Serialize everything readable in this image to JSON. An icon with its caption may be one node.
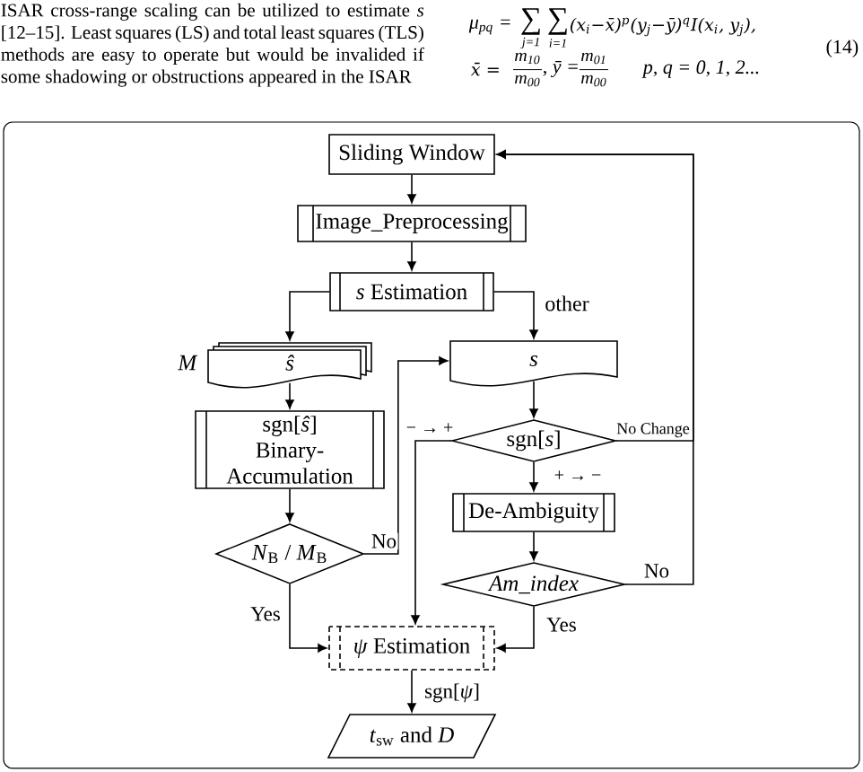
{
  "diagram": {
    "nodes": [
      {
        "text": [
          "Sliding Window"
        ]
      },
      {
        "text": [
          "Image_Preprocessing"
        ]
      },
      {
        "text": [
          "*s* Estimation"
        ]
      },
      {
        "text": [
          "ŝ"
        ],
        "beside": [
          "M"
        ]
      },
      {
        "text": [
          "s"
        ]
      },
      {
        "text": [
          "sgn[*ŝ*]",
          "Binary-Accumulation"
        ]
      },
      {
        "text": [
          "sgn[*s*]"
        ]
      },
      {
        "text": [
          "De-Ambiguity"
        ]
      },
      {
        "text": [
          "Am_index"
        ]
      },
      {
        "text": [
          "*N*$_{B}$ / *M*$_{B}$"
        ]
      },
      {
        "text": [
          "*ψ* Estimation"
        ]
      },
      {
        "text": [
          "*t*$_{sw}$ and *D*"
        ]
      }
    ],
    "edges": [
      {
        "from": 0,
        "to": 1,
        "arrow": "to"
      },
      {
        "from": 1,
        "to": 2,
        "arrow": "to"
      },
      {
        "from": 2,
        "to": 3,
        "arrow": "to"
      },
      {
        "from": 2,
        "to": 4,
        "arrow": "to",
        "label": "other"
      },
      {
        "from": 3,
        "to": 5,
        "arrow": "to"
      },
      {
        "from": 5,
        "to": 9,
        "arrow": "to"
      },
      {
        "from": 9,
        "to": 4,
        "arrow": "to",
        "label": "No"
      },
      {
        "from": 9,
        "to": 10,
        "arrow": "to",
        "label": "Yes"
      },
      {
        "from": 4,
        "to": 6,
        "arrow": "to"
      },
      {
        "from": 6,
        "to": 0,
        "arrow": "to",
        "label": "No Change"
      },
      {
        "from": 6,
        "to": 7,
        "arrow": "to",
        "label": "+ → −"
      },
      {
        "from": 6,
        "to": 10,
        "arrow": "to",
        "label": "− → +"
      },
      {
        "from": 7,
        "to": 8,
        "arrow": "to"
      },
      {
        "from": 8,
        "to": 0,
        "arrow": "to",
        "label": "No"
      },
      {
        "from": 8,
        "to": 10,
        "arrow": "to",
        "label": "Yes"
      },
      {
        "from": 10,
        "to": 11,
        "arrow": "to",
        "label": "sgn[*ψ*]"
      }
    ],
    "labels": [
      "ISAR cross-range scaling can be utilized to estimate *s* [12–15]. Least squares (LS) and total least squares (TLS) methods are easy to operate but would be invalided if some shadowing or obstructions appeared in the ISAR",
      "μ$_{pq}$ =",
      "∑",
      "∑",
      "j=1",
      "i=1",
      "(x$_{i}$−x̄)$^{p}$(y$_{j}$−ȳ)$^{q}$I(x$_{i}$, y$_{j}$),",
      "(14)",
      "x̄ =",
      "m$_{10}$",
      "m$_{00}$",
      ", ȳ =",
      "m$_{01}$",
      "m$_{00}$",
      "p, q = 0, 1, 2..."
    ]
  }
}
